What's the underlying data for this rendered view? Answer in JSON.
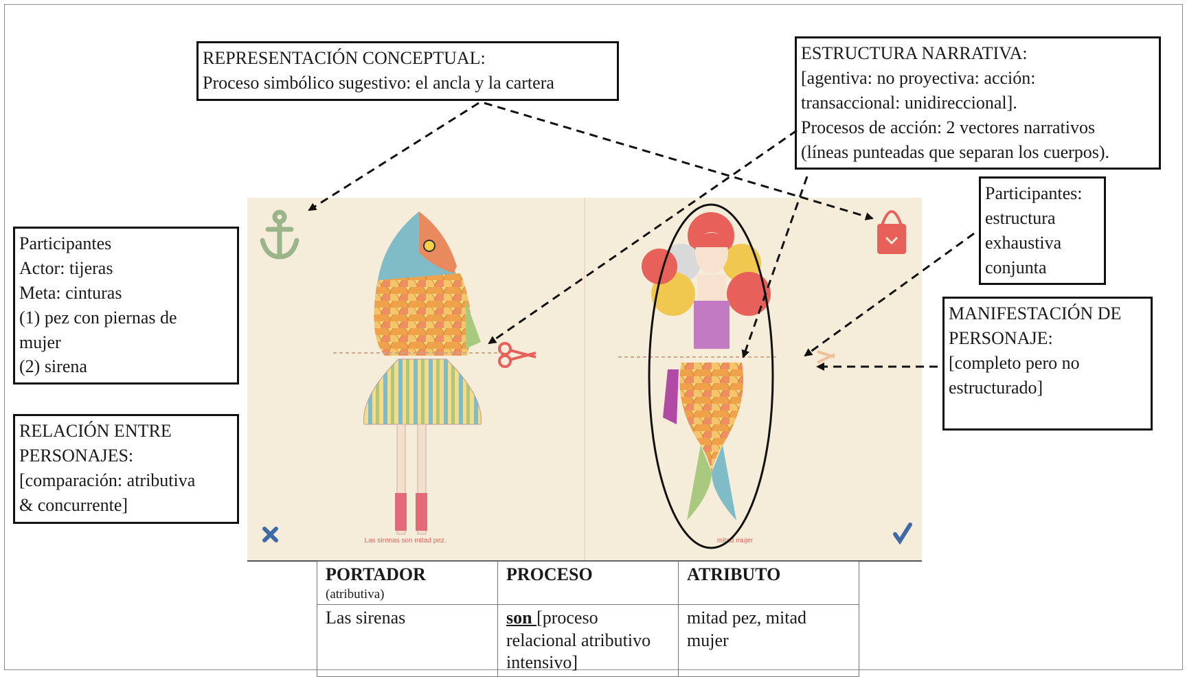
{
  "boxes": {
    "representacion": {
      "title": "REPRESENTACIÓN CONCEPTUAL:",
      "line1": "Proceso simbólico sugestivo: el ancla y la cartera"
    },
    "estructura": {
      "title": "ESTRUCTURA NARRATIVA:",
      "line1": "[agentiva: no proyectiva: acción:",
      "line2": "transaccional: unidireccional].",
      "line3": "Procesos de acción: 2 vectores narrativos",
      "line4": "(líneas punteadas que separan los cuerpos)."
    },
    "participantes_left": {
      "line1": "Participantes",
      "line2": "Actor: tijeras",
      "line3": "Meta: cinturas",
      "line4": "(1) pez con piernas de",
      "line5": "mujer",
      "line6": "(2) sirena"
    },
    "relacion": {
      "line1": "RELACIÓN ENTRE",
      "line2": "PERSONAJES:",
      "line3": "[comparación: atributiva",
      "line4": "& concurrente]"
    },
    "participantes_right": {
      "line1": "Participantes:",
      "line2": "estructura",
      "line3": "exhaustiva",
      "line4": "conjunta"
    },
    "manifestacion": {
      "line1": "MANIFESTACIÓN DE",
      "line2": "PERSONAJE:",
      "line3": "[completo pero no",
      "line4": "estructurado]"
    }
  },
  "illustration": {
    "caption_left": "Las sirenas son mitad pez.",
    "caption_right": "mitad mujer",
    "icons": [
      "anchor-icon",
      "handbag-icon",
      "scissors-icon",
      "x-mark-icon",
      "check-mark-icon"
    ],
    "colors": {
      "background": "#f6ecda",
      "anchor": "#9bb58a",
      "bag": "#e8605a",
      "x": "#3f6aa8",
      "check": "#3f6aa8"
    }
  },
  "table": {
    "headers": {
      "col1": "PORTADOR",
      "col1_sub": "(atributiva)",
      "col2": "PROCESO",
      "col3": "ATRIBUTO"
    },
    "row": {
      "col1": "Las sirenas",
      "col2_keyword": "son ",
      "col2_rest": "[proceso relacional atributivo intensivo]",
      "col3": "mitad pez, mitad mujer"
    }
  }
}
